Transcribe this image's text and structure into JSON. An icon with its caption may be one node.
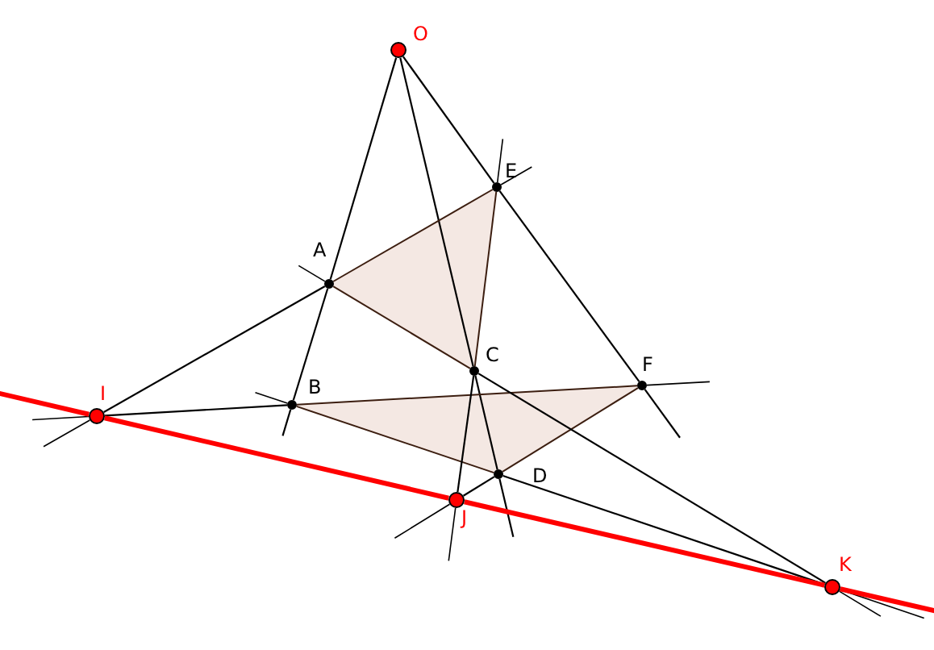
{
  "diagram": {
    "nodes": [
      {
        "text": [
          "O"
        ]
      },
      {
        "text": [
          "A"
        ]
      },
      {
        "text": [
          "B"
        ]
      },
      {
        "text": [
          "C"
        ]
      },
      {
        "text": [
          "D"
        ]
      },
      {
        "text": [
          "E"
        ]
      },
      {
        "text": [
          "F"
        ]
      },
      {
        "text": [
          "I"
        ]
      },
      {
        "text": [
          "J"
        ]
      },
      {
        "text": [
          "K"
        ]
      }
    ],
    "edges": [
      {
        "from": 0,
        "to": 1,
        "arrow": "none"
      },
      {
        "from": 1,
        "to": 2,
        "arrow": "none"
      },
      {
        "from": 0,
        "to": 3,
        "arrow": "none"
      },
      {
        "from": 3,
        "to": 4,
        "arrow": "none"
      },
      {
        "from": 0,
        "to": 5,
        "arrow": "none"
      },
      {
        "from": 5,
        "to": 6,
        "arrow": "none"
      },
      {
        "from": 1,
        "to": 5,
        "arrow": "none",
        "color": "#3c1e10"
      },
      {
        "from": 5,
        "to": 3,
        "arrow": "none",
        "color": "#3c1e10"
      },
      {
        "from": 3,
        "to": 1,
        "arrow": "none",
        "color": "#3c1e10"
      },
      {
        "from": 2,
        "to": 6,
        "arrow": "none",
        "color": "#3c1e10"
      },
      {
        "from": 6,
        "to": 4,
        "arrow": "none",
        "color": "#3c1e10"
      },
      {
        "from": 4,
        "to": 2,
        "arrow": "none",
        "color": "#3c1e10"
      },
      {
        "from": 1,
        "to": 7,
        "arrow": "none"
      },
      {
        "from": 2,
        "to": 7,
        "arrow": "none"
      },
      {
        "from": 3,
        "to": 9,
        "arrow": "none"
      },
      {
        "from": 4,
        "to": 9,
        "arrow": "none"
      },
      {
        "from": 3,
        "to": 8,
        "arrow": "none"
      },
      {
        "from": 4,
        "to": 8,
        "arrow": "none"
      },
      {
        "from": 7,
        "to": 8,
        "arrow": "none",
        "style": "thick",
        "color": "#ff0000"
      },
      {
        "from": 8,
        "to": 9,
        "arrow": "none",
        "style": "thick",
        "color": "#ff0000"
      }
    ]
  }
}
